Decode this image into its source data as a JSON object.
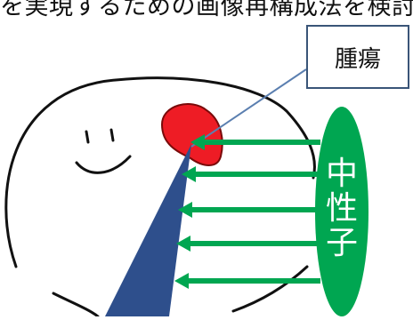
{
  "header": {
    "text": "を実現するための画像再構成法を検討"
  },
  "callout": {
    "label": "腫瘍"
  },
  "neutron_source": {
    "label": "中\n性\n子",
    "color": "#00a651"
  },
  "colors": {
    "tumor": "#ee1c25",
    "beam": "#2e4f8c",
    "arrows": "#00a651",
    "callout_border": "#3a5578",
    "leader": "#5b7fb0"
  },
  "icons": [
    "tumor-shape",
    "detector-beam",
    "neutron-arrow"
  ]
}
